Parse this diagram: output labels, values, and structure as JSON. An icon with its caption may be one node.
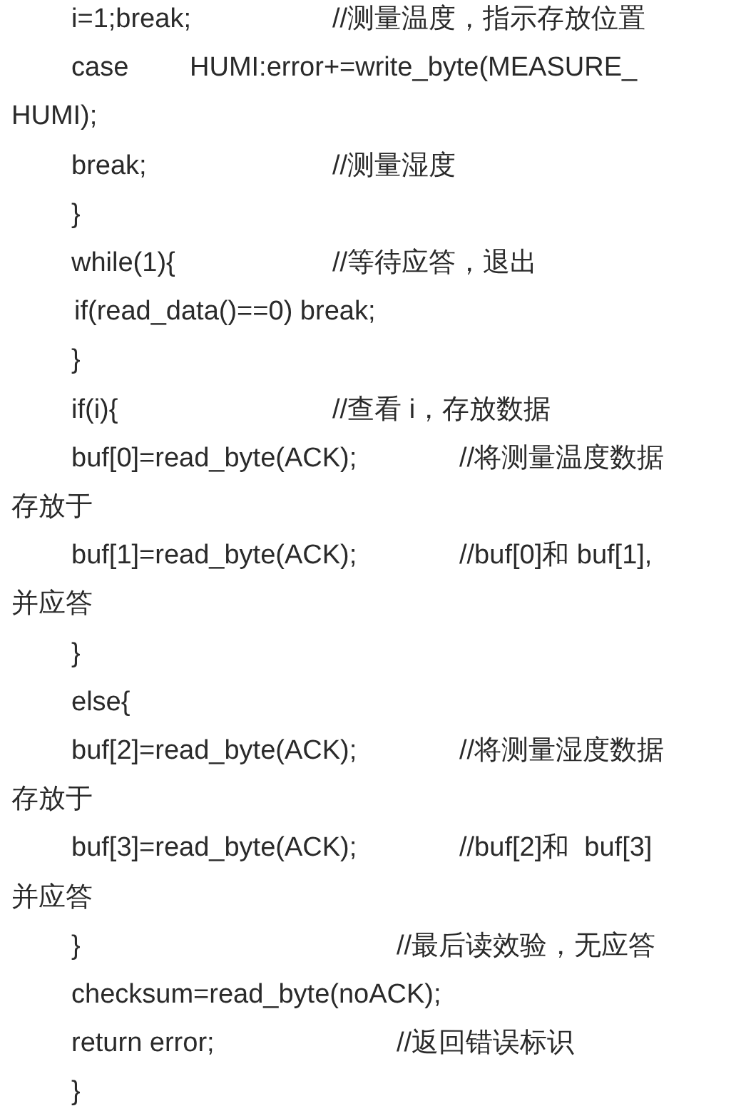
{
  "diagram": {
    "labels": [
      "i=1;break;",
      "//测量温度，指示存放位置",
      "case",
      "HUMI:error+=write_byte(MEASURE_",
      "HUMI);",
      "break;",
      "//测量湿度",
      "}",
      "while(1){",
      "//等待应答，退出",
      "if(read_data()==0) break;",
      "}",
      "if(i){",
      "//查看 i，存放数据",
      "buf[0]=read_byte(ACK);",
      "//将测量温度数据",
      "存放于",
      "buf[1]=read_byte(ACK);",
      "//buf[0]和 buf[1],",
      "并应答",
      "}",
      "else{",
      "buf[2]=read_byte(ACK);",
      "//将测量湿度数据",
      "存放于",
      "buf[3]=read_byte(ACK);",
      "//buf[2]和  buf[3]",
      "并应答",
      "}",
      "//最后读效验，无应答",
      "checksum=read_byte(noACK);",
      "return error;",
      "//返回错误标识",
      "}"
    ]
  }
}
